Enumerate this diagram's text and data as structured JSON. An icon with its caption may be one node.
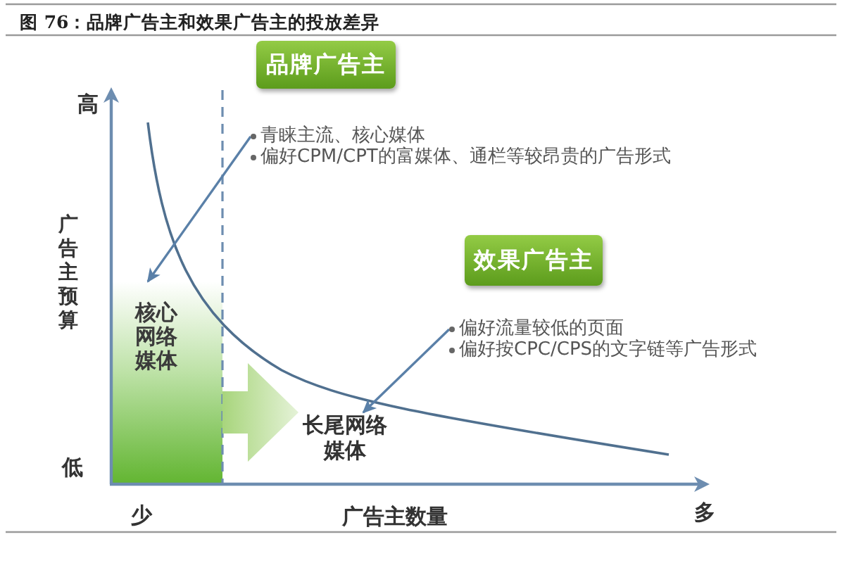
{
  "diagram": {
    "title": "图 76：品牌广告主和效果广告主的投放差异",
    "nodes": [
      {
        "text": [
          "品牌广告主"
        ]
      },
      {
        "text": [
          "青睐主流、核心媒体",
          "偏好CPM/CPT的富媒体、通栏等较昂贵的广告形式"
        ]
      },
      {
        "text": [
          "效果广告主"
        ]
      },
      {
        "text": [
          "核心网络媒体"
        ]
      },
      {
        "text": [
          "偏好流量较低的页面",
          "偏好按CPC/CPS的文字链等广告形式"
        ]
      },
      {
        "text": [
          "长尾网络媒体"
        ]
      }
    ],
    "edges": [
      {
        "from": 1,
        "to": 3,
        "arrow": "to"
      },
      {
        "from": 4,
        "to": 5,
        "arrow": "to"
      },
      {
        "from": 3,
        "to": 5,
        "arrow": "to",
        "style": "thick",
        "color": "#a8d57c"
      }
    ],
    "labels": [
      "高",
      "广告主预算",
      "低",
      "少",
      "广告主数量",
      "多"
    ]
  }
}
